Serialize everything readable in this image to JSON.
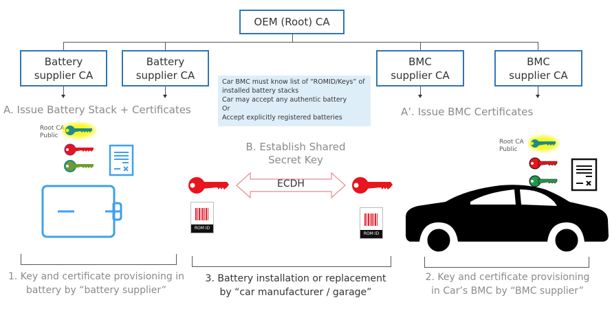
{
  "root_ca": {
    "label": "OEM (Root) CA"
  },
  "battery_cas": [
    {
      "label": "Battery supplier CA"
    },
    {
      "label": "Battery supplier CA"
    }
  ],
  "bmc_cas": [
    {
      "label": "BMC supplier CA"
    },
    {
      "label": "BMC supplier CA"
    }
  ],
  "steps": {
    "a": "A. Issue Battery Stack + Certificates",
    "a_prime": "A’. Issue BMC Certificates",
    "b_line1": "B. Establish Shared",
    "b_line2": "Secret Key",
    "ecdh": "ECDH"
  },
  "note": {
    "lines": [
      "Car BMC must know list of “ROMID/Keys” of",
      "installed battery stacks",
      "Car may accept any authentic battery",
      "Or",
      "Accept explicitly registered batteries"
    ]
  },
  "battery_side": {
    "root_key_label_1": "Root CA",
    "root_key_label_2": "Public",
    "icons": [
      "root-ca-public-key-icon",
      "private-key-icon",
      "public-key-icon",
      "certificate-icon",
      "battery-icon"
    ]
  },
  "car_side": {
    "root_key_label_1": "Root CA",
    "root_key_label_2": "Public",
    "icons": [
      "root-ca-public-key-icon",
      "private-key-icon",
      "public-key-icon",
      "certificate-icon",
      "car-icon"
    ]
  },
  "romid_label": "ROM ID",
  "captions": {
    "c1_line1": "1. Key and certificate provisioning in",
    "c1_line2": "battery by “battery supplier”",
    "c3_line1": "3. Battery installation or replacement",
    "c3_line2": "by “car manufacturer / garage”",
    "c2_line1": "2. Key and certificate provisioning",
    "c2_line2": "in Car’s BMC by “BMC supplier”"
  },
  "colors": {
    "box_border": "#2e75b6",
    "battery_blue": "#3ea0ee",
    "key_red": "#e8141e",
    "key_green": "#1f9a4a",
    "key_olive": "#6e9b2f",
    "key_teal": "#1e8a8a",
    "highlight": "#f5f500",
    "note_bg": "#deeef9"
  }
}
